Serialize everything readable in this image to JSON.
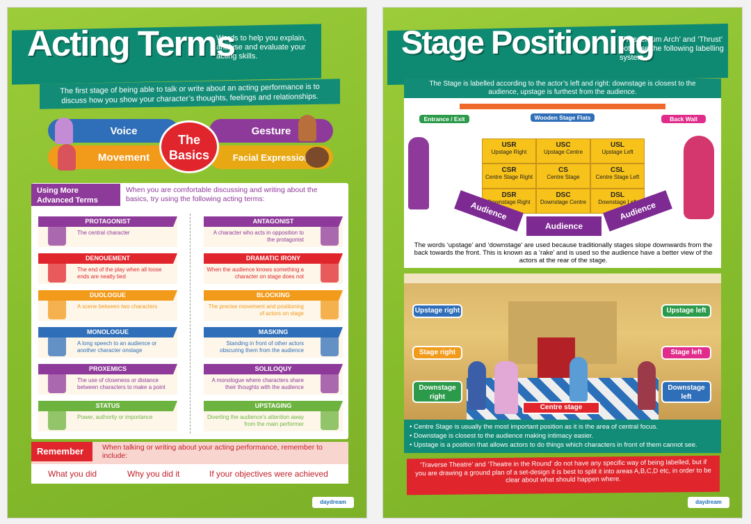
{
  "left": {
    "title": "Acting Terms",
    "subtitle": "Words to help you explain, analyse and evaluate your acting skills.",
    "intro": "The first stage of being able to talk or write about an acting performance is to discuss how you show your character’s thoughts, feelings and relationships.",
    "basics": {
      "center_top": "The",
      "center_bottom": "Basics",
      "voice": "Voice",
      "gesture": "Gesture",
      "movement": "Movement",
      "facial": "Facial Expression"
    },
    "advanced": {
      "heading": "Using More Advanced Terms",
      "text": "When you are comfortable discussing and writing about the basics, try using the following acting terms:"
    },
    "terms_left": [
      {
        "name": "PROTAGONIST",
        "desc": "The central character",
        "color": "#8e3a9a"
      },
      {
        "name": "DENOUEMENT",
        "desc": "The end of the play when all loose ends are neatly tied",
        "color": "#e0252c"
      },
      {
        "name": "DUOLOGUE",
        "desc": "A scene between two characters",
        "color": "#f29a1a"
      },
      {
        "name": "MONOLOGUE",
        "desc": "A long speech to an audience or another character onstage",
        "color": "#2f6eb8"
      },
      {
        "name": "PROXEMICS",
        "desc": "The use of closeness or distance between characters to make a point",
        "color": "#8e3a9a"
      },
      {
        "name": "STATUS",
        "desc": "Power, authority or importance",
        "color": "#6db33f"
      }
    ],
    "terms_right": [
      {
        "name": "ANTAGONIST",
        "desc": "A character who acts in opposition to the protagonist",
        "color": "#8e3a9a"
      },
      {
        "name": "DRAMATIC IRONY",
        "desc": "When the audience knows something a character on stage does not",
        "color": "#e0252c"
      },
      {
        "name": "BLOCKING",
        "desc": "The precise movement and positioning of actors on stage",
        "color": "#f29a1a"
      },
      {
        "name": "MASKING",
        "desc": "Standing in front of other actors obscuring them from the audience",
        "color": "#2f6eb8"
      },
      {
        "name": "SOLILOQUY",
        "desc": "A monologue where characters share their thoughts with the audience",
        "color": "#8e3a9a"
      },
      {
        "name": "UPSTAGING",
        "desc": "Diverting the audience’s attention away from the main performer",
        "color": "#6db33f"
      }
    ],
    "remember": {
      "label": "Remember",
      "text": "When talking or writing about your acting performance, remember to include:",
      "items": [
        "What you did",
        "Why you did it",
        "If your objectives were achieved"
      ]
    },
    "logo": "daydream"
  },
  "right": {
    "title": "Stage Positioning",
    "subtitle": "‘Proscenium Arch’ and ‘Thrust’ both use the following labelling system.",
    "intro": "The Stage is labelled according to the actor’s left and right: downstage is closest to the audience, upstage is furthest from the audience.",
    "tags": {
      "entrance": "Entrance / Exit",
      "flats": "Wooden Stage Flats",
      "back_wall": "Back Wall"
    },
    "grid": [
      {
        "code": "USR",
        "label": "Upstage Right"
      },
      {
        "code": "USC",
        "label": "Upstage Centre"
      },
      {
        "code": "USL",
        "label": "Upstage Left"
      },
      {
        "code": "CSR",
        "label": "Centre Stage Right"
      },
      {
        "code": "CS",
        "label": "Centre Stage"
      },
      {
        "code": "CSL",
        "label": "Centre Stage Left"
      },
      {
        "code": "DSR",
        "label": "Downstage Right"
      },
      {
        "code": "DSC",
        "label": "Downstage Centre"
      },
      {
        "code": "DSL",
        "label": "Downstage Left"
      }
    ],
    "audience": [
      "Audience",
      "Audience",
      "Audience"
    ],
    "rake_text": "The words ‘upstage’ and ‘downstage’ are used because traditionally stages slope downwards from the back towards the front. This is known as a ‘rake’ and is used so the audience have a better view of the actors at the rear of the stage.",
    "scene_tags": {
      "up_right": "Upstage right",
      "up_left": "Upstage left",
      "stage_right": "Stage right",
      "stage_left": "Stage left",
      "down_right": "Downstage right",
      "down_left": "Downstage left",
      "centre": "Centre stage"
    },
    "bullets": [
      "Centre Stage is usually the most important position as it is the area of central focus.",
      "Downstage is closest to the audience making intimacy easier.",
      "Upstage is a position that allows actors to do things which characters in front of them cannot see."
    ],
    "footer": "‘Traverse Theatre’ and ‘Theatre in the Round’ do not have any specific way of being labelled, but if you are drawing a ground plan of a set-design it is best to split it into areas A,B,C,D etc, in order to be clear about what should happen where.",
    "logo": "daydream"
  }
}
